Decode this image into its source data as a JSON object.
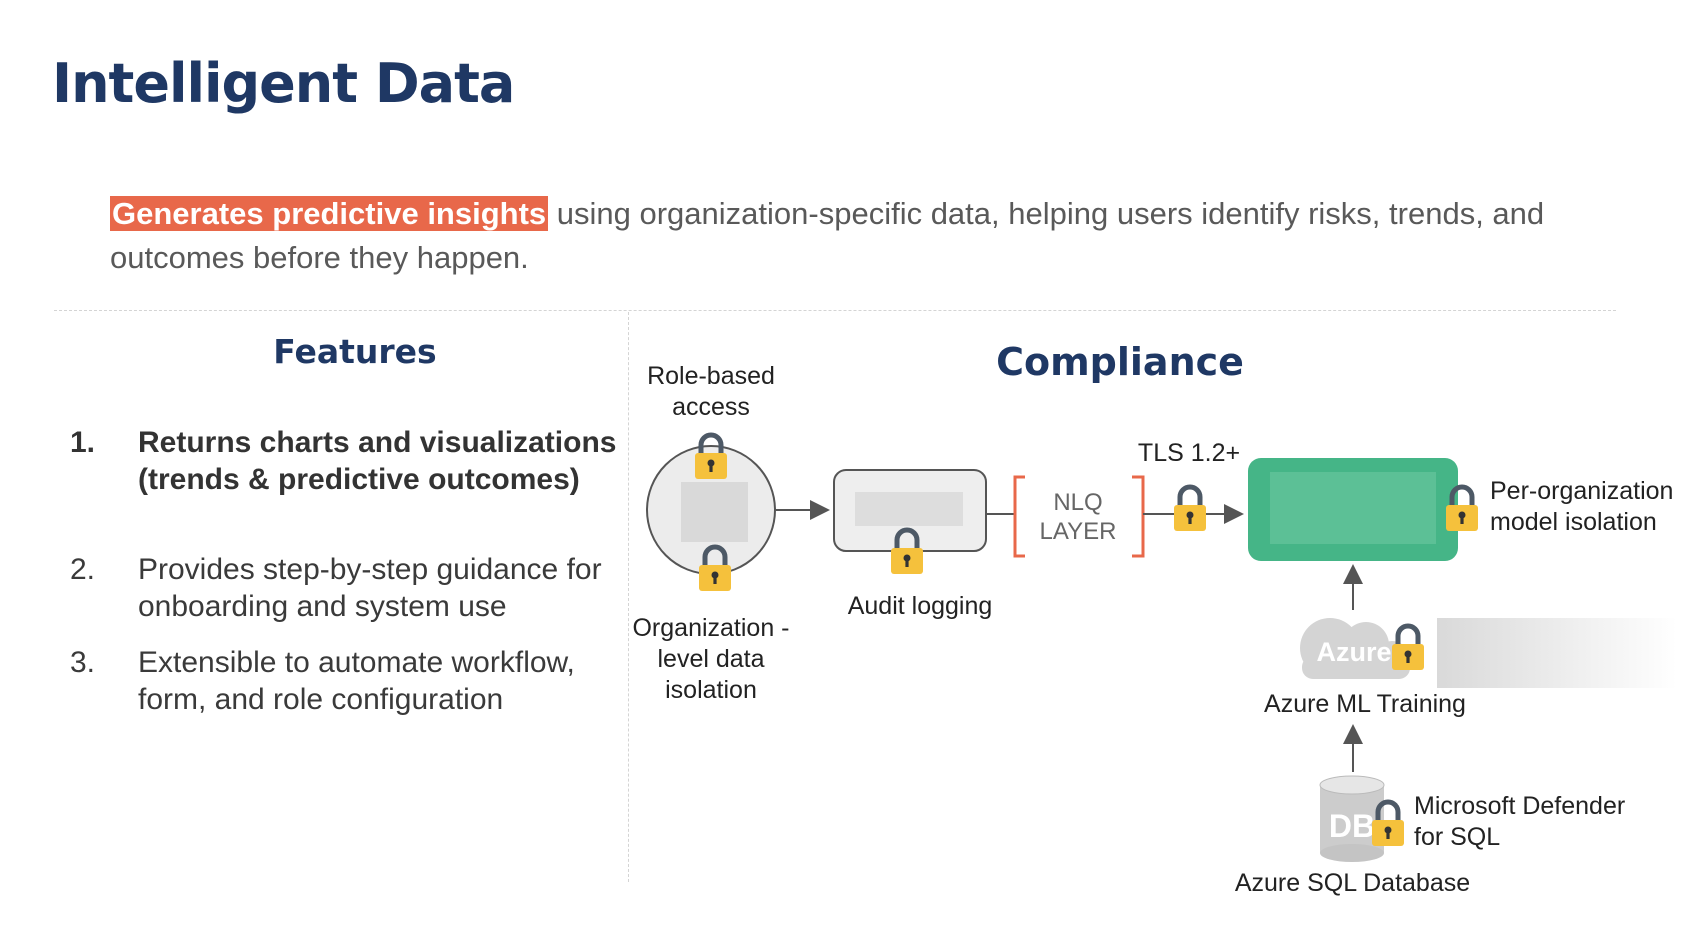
{
  "title": "Intelligent Data",
  "intro": {
    "highlight": "Generates predictive insights",
    "rest": " using organization-specific data, helping users identify risks, trends, and outcomes before they happen."
  },
  "features": {
    "heading": "Features",
    "items": [
      {
        "num": "1.",
        "text": "Returns charts and visualizations (trends & predictive outcomes)"
      },
      {
        "num": "2.",
        "text": "Provides step-by-step guidance for onboarding and system use"
      },
      {
        "num": "3.",
        "text": "Extensible to automate workflow, form, and role configuration"
      }
    ]
  },
  "compliance": {
    "heading": "Compliance",
    "labels": {
      "role_based_access": "Role-based access",
      "org_level_isolation": "Organization -level data isolation",
      "audit_logging": "Audit logging",
      "tls": "TLS 1.2+",
      "nlq_line1": "NLQ",
      "nlq_line2": "LAYER",
      "per_org_isolation": "Per-organization model isolation",
      "azure_logo": "Azure",
      "azure_ml": "Azure ML Training",
      "db_logo": "DB",
      "defender": "Microsoft Defender for SQL",
      "azure_sql": "Azure SQL Database"
    }
  },
  "colors": {
    "title": "#1f3864",
    "highlight": "#e8684a",
    "lock_body": "#f5c13c",
    "lock_shackle": "#4d5966",
    "model_box": "#45b587",
    "bracket": "#e8684a"
  }
}
